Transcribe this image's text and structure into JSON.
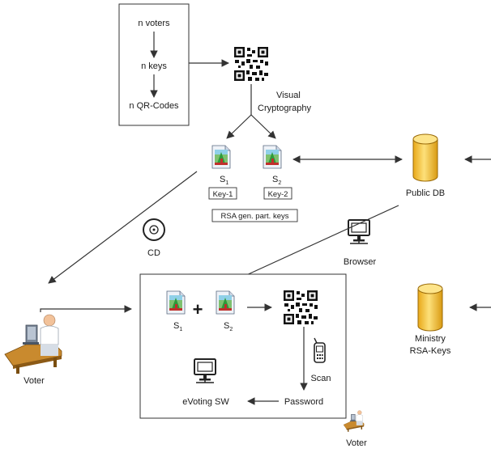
{
  "generation": {
    "voters": "n voters",
    "keys": "n keys",
    "qrcodes": "n QR-Codes"
  },
  "visual_cryptography": [
    "Visual",
    "Cryptography"
  ],
  "shares": {
    "s1": {
      "base": "S",
      "sub": "1",
      "key": "Key-1"
    },
    "s2": {
      "base": "S",
      "sub": "2",
      "key": "Key-2"
    },
    "rsa_note": "RSA gen. part. keys"
  },
  "public_db": "Public DB",
  "browser": "Browser",
  "cd": "CD",
  "voter_left": "Voter",
  "voter_bottom": "Voter",
  "ministry": [
    "Ministry",
    "RSA-Keys"
  ],
  "process": {
    "s1": {
      "base": "S",
      "sub": "1"
    },
    "s2": {
      "base": "S",
      "sub": "2"
    },
    "plus": "+",
    "scan": "Scan",
    "password": "Password",
    "evoting": "eVoting SW"
  },
  "colors": {
    "stroke": "#333333",
    "db_fill": "#f5c33b",
    "db_top": "#fde48a",
    "share_green": "#2e9a3a",
    "share_red": "#c0302b"
  }
}
